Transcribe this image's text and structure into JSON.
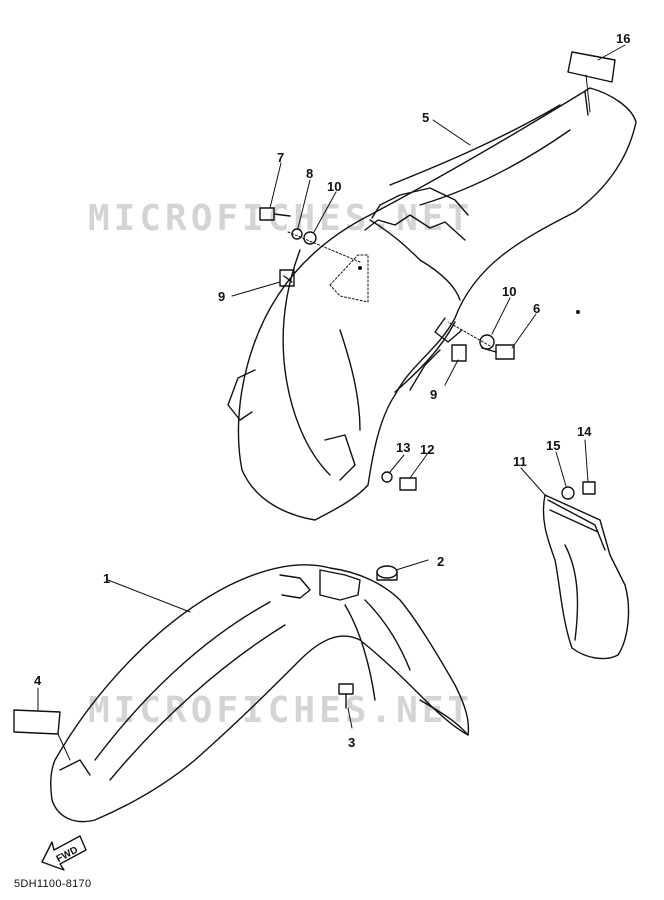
{
  "watermark": {
    "text": "MICROFICHES.NET"
  },
  "reference_code": "5DH1100-8170",
  "fwd_label": "FWD",
  "callouts": {
    "c1": "1",
    "c2": "2",
    "c3": "3",
    "c4": "4",
    "c5": "5",
    "c6": "6",
    "c7": "7",
    "c8": "8",
    "c9a": "9",
    "c9b": "9",
    "c10a": "10",
    "c10b": "10",
    "c11": "11",
    "c12": "12",
    "c13": "13",
    "c14": "14",
    "c15": "15",
    "c16": "16"
  },
  "colors": {
    "line": "#111111",
    "watermark": "#d4d4d4",
    "background": "#ffffff"
  }
}
